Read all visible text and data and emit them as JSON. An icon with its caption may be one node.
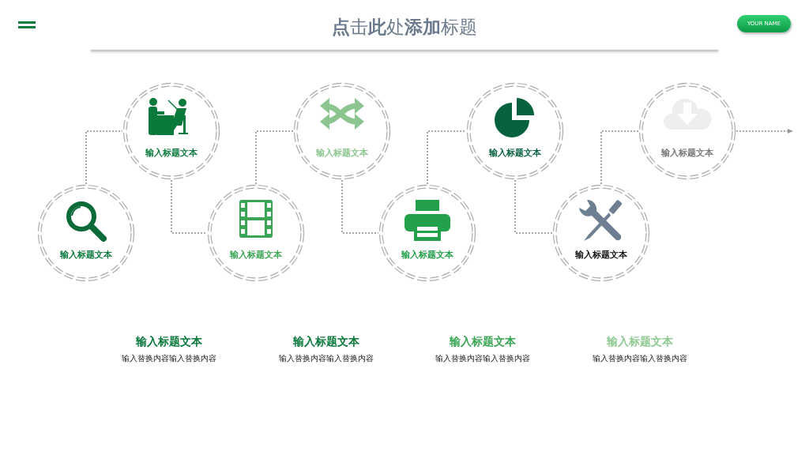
{
  "diagram": {
    "title": "**点**击**此**处**添加**标题",
    "nodes": [
      {
        "text": [
          "输入标题文本"
        ]
      },
      {
        "text": [
          "输入标题文本"
        ]
      },
      {
        "text": [
          "输入标题文本"
        ]
      },
      {
        "text": [
          "输入标题文本"
        ]
      },
      {
        "text": [
          "输入标题文本"
        ]
      },
      {
        "text": [
          "输入标题文本"
        ]
      },
      {
        "text": [
          "输入标题文本"
        ]
      },
      {
        "text": [
          "输入标题文本"
        ]
      }
    ],
    "edges": [
      {
        "from": 0,
        "to": 1,
        "arrow": "none"
      },
      {
        "from": 1,
        "to": 2,
        "arrow": "none"
      },
      {
        "from": 2,
        "to": 3,
        "arrow": "none"
      },
      {
        "from": 3,
        "to": 4,
        "arrow": "none"
      },
      {
        "from": 4,
        "to": 5,
        "arrow": "none"
      },
      {
        "from": 5,
        "to": 6,
        "arrow": "none"
      },
      {
        "from": 6,
        "to": 7,
        "arrow": "none"
      },
      {
        "from": 7,
        "to": null,
        "arrow": "to"
      }
    ],
    "labels": [
      "YOUR NAME",
      "输入标题文本",
      "输入标题文本",
      "输入标题文本",
      "输入标题文本",
      "输入替换内容输入替换内容",
      "输入替换内容输入替换内容",
      "输入替换内容输入替换内容",
      "输入替换内容输入替换内容"
    ]
  }
}
